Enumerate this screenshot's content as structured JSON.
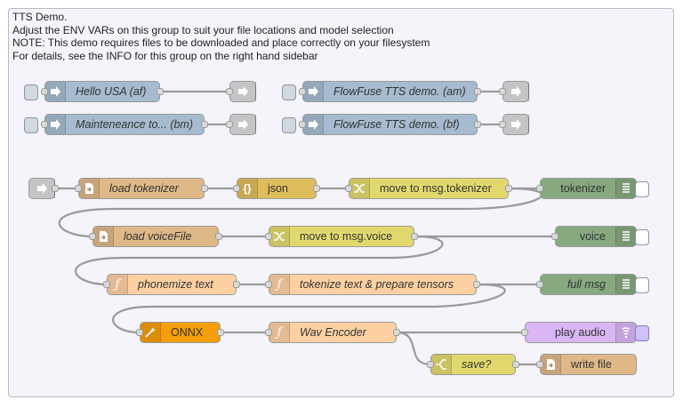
{
  "group": {
    "info_lines": [
      "TTS Demo.",
      "Adjust the ENV VARs on this group to suit your file locations and model selection",
      "NOTE: This demo requires files to be downloaded and place correctly on your filesystem",
      "For details, see the INFO for this group on the right hand sidebar"
    ]
  },
  "link_nodes": {
    "hello_usa": "Hello USA (af)",
    "maintenance": "Mainteneance to... (bm)",
    "flowfuse_am": "FlowFuse TTS demo. (am)",
    "flowfuse_bf": "FlowFuse TTS demo. (bf)"
  },
  "flow": {
    "load_tokenizer": "load tokenizer",
    "json": "json",
    "move_tokenizer": "move to msg.tokenizer",
    "debug_tokenizer": "tokenizer",
    "load_voicefile": "load voiceFile",
    "move_voice": "move to msg.voice",
    "debug_voice": "voice",
    "phonemize": "phonemize text",
    "tokenize": "tokenize text & prepare tensors",
    "debug_fullmsg": "full msg",
    "onnx": "ONNX",
    "wav_encoder": "Wav Encoder",
    "play_audio": "play audio",
    "save_switch": "save?",
    "write_file": "write file"
  },
  "colors": {
    "link": "#a6bbcf",
    "file": "#deb887",
    "function": "#fdd0a2",
    "change": "#e2d96e",
    "debug": "#87a980",
    "onnx": "#f59e0b",
    "play_audio": "#dab6f5",
    "wire": "#9a9a9a"
  }
}
